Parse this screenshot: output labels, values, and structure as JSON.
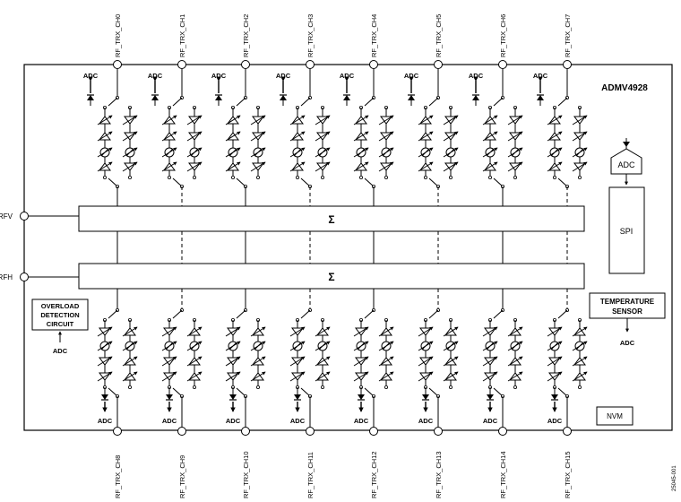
{
  "chip": {
    "part": "ADMV4928"
  },
  "top_channels": [
    "RF_TRX_CH0",
    "RF_TRX_CH1",
    "RF_TRX_CH2",
    "RF_TRX_CH3",
    "RF_TRX_CH4",
    "RF_TRX_CH5",
    "RF_TRX_CH6",
    "RF_TRX_CH7"
  ],
  "bottom_channels": [
    "RF_TRX_CH8",
    "RF_TRX_CH9",
    "RF_TRX_CH10",
    "RF_TRX_CH11",
    "RF_TRX_CH12",
    "RF_TRX_CH13",
    "RF_TRX_CH14",
    "RF_TRX_CH15"
  ],
  "pins": {
    "rfv": "RFV",
    "rfh": "RFH"
  },
  "combiner_symbol": "Σ",
  "adc_label": "ADC",
  "blocks": {
    "adc": "ADC",
    "spi": "SPI",
    "temperature_sensor": [
      "TEMPERATURE",
      "SENSOR"
    ],
    "nvm": "NVM",
    "overload": [
      "OVERLOAD",
      "DETECTION",
      "CIRCUIT"
    ]
  },
  "figure_id": "25045-001"
}
